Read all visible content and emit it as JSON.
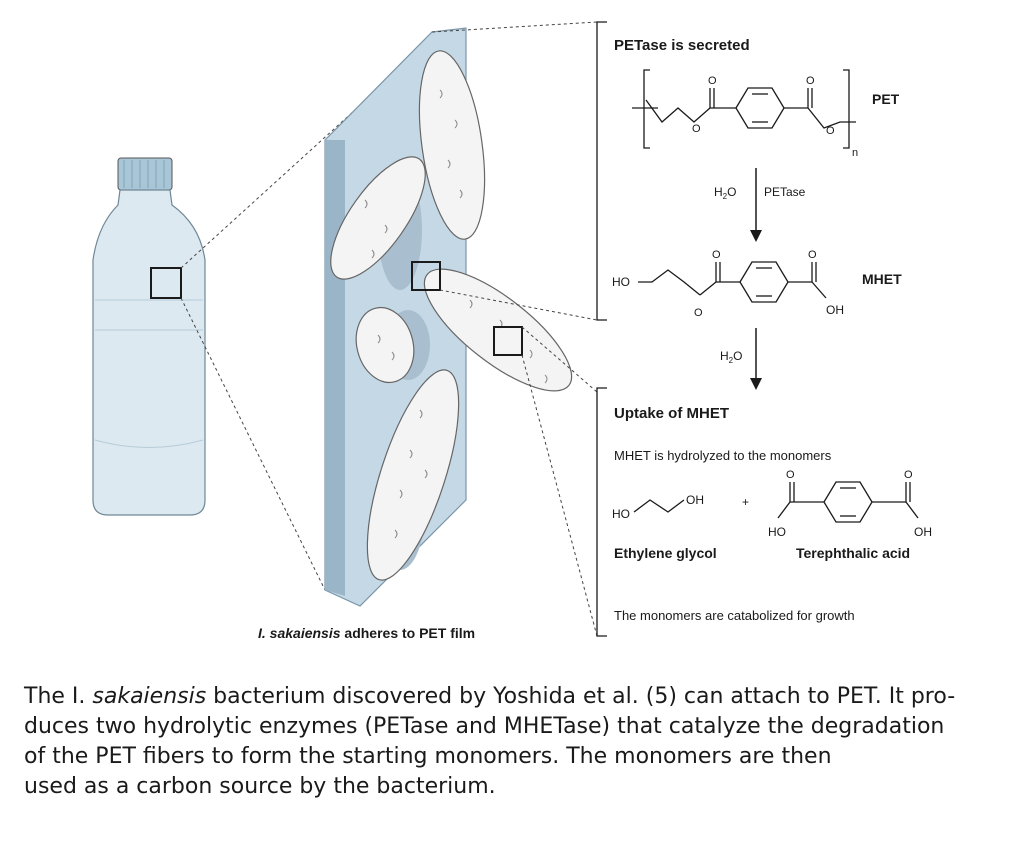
{
  "figure": {
    "film_label_species": "I. sakaiensis",
    "film_label_rest": " adheres to PET film",
    "panel_top": {
      "heading": "PETase is secreted",
      "pet_label": "PET",
      "repeat_n": "n",
      "reagent_water": "H",
      "reagent_water_sub": "2",
      "reagent_water_o": "O",
      "enzyme": "PETase",
      "mhet_label": "MHET",
      "ho": "HO",
      "oh": "OH",
      "o": "O"
    },
    "second_water": {
      "h": "H",
      "sub": "2",
      "o": "O"
    },
    "panel_bottom": {
      "heading": "Uptake of MHET",
      "subtitle": "MHET is hydrolyzed to the monomers",
      "plus": "+",
      "ethylene_glycol": "Ethylene glycol",
      "terephthalic_acid": "Terephthalic acid",
      "footer": "The monomers are catabolized for growth",
      "ho": "HO",
      "oh": "OH",
      "o": "O"
    }
  },
  "caption": {
    "line1_a": "The I. ",
    "line1_species": "sakaiensis",
    "line1_b": " bacterium discovered by Yoshida et al. (5) can attach to PET. It pro-",
    "line2": "duces two hydrolytic enzymes (PETase and MHETase) that catalyze the degradation",
    "line3": "of the PET fibers to form the starting monomers. The monomers are then",
    "line4": "used as a carbon source by the bacterium."
  },
  "colors": {
    "bottle_cap": "#a9c6d6",
    "bottle_body": "#dde9f1",
    "film": "#c5d8e6",
    "bacterium": "#f4f4f4",
    "ink": "#1a1a1a"
  }
}
